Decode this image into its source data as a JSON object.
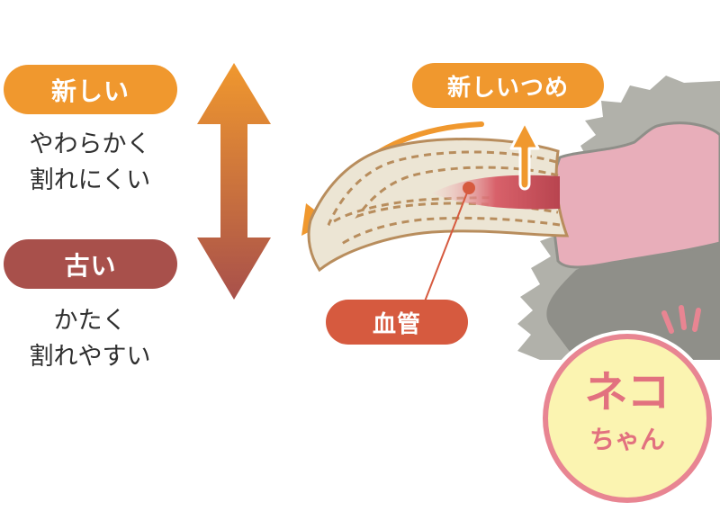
{
  "legend": {
    "new": {
      "label": "新しい",
      "line1": "やわらかく",
      "line2": "割れにくい"
    },
    "old": {
      "label": "古い",
      "line1": "かたく",
      "line2": "割れやすい"
    }
  },
  "diagram": {
    "new_claw_label": "新しいつめ",
    "blood_vessel_label": "血管"
  },
  "badge": {
    "line1": "ネコ",
    "line2": "ちゃん"
  },
  "colors": {
    "new": "#f0982e",
    "old": "#a8504b",
    "vessel": "#d65a3f",
    "claw": "#ece5d4",
    "claw_outline": "#b88d5d",
    "fur": "#a9a9a2",
    "toe": "#e8aeba",
    "badge_fill": "#fbf4b1",
    "badge_ring": "#e88592"
  }
}
